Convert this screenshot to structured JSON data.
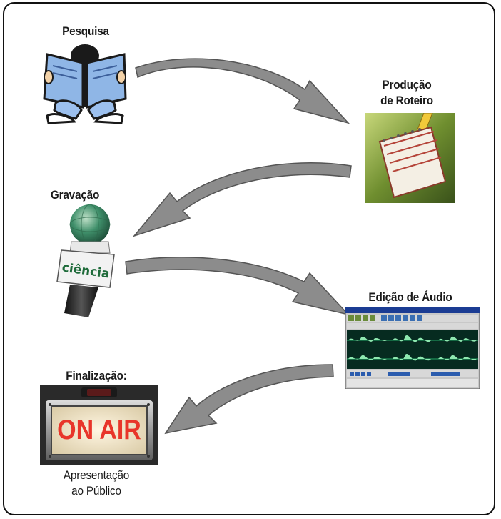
{
  "steps": {
    "pesquisa": "Pesquisa",
    "producao_line1": "Produção",
    "producao_line2": "de Roteiro",
    "gravacao": "Gravação",
    "edicao": "Edição de Áudio",
    "finalizacao": "Finalização:",
    "apresentacao_line1": "Apresentação",
    "apresentacao_line2": "ao Público"
  },
  "sign": {
    "text": "ON AIR"
  },
  "microphone": {
    "brand": "ciência"
  },
  "colors": {
    "arrow": "#8c8c8c",
    "arrow_edge": "#555555",
    "on_air_red": "#e8352a"
  }
}
